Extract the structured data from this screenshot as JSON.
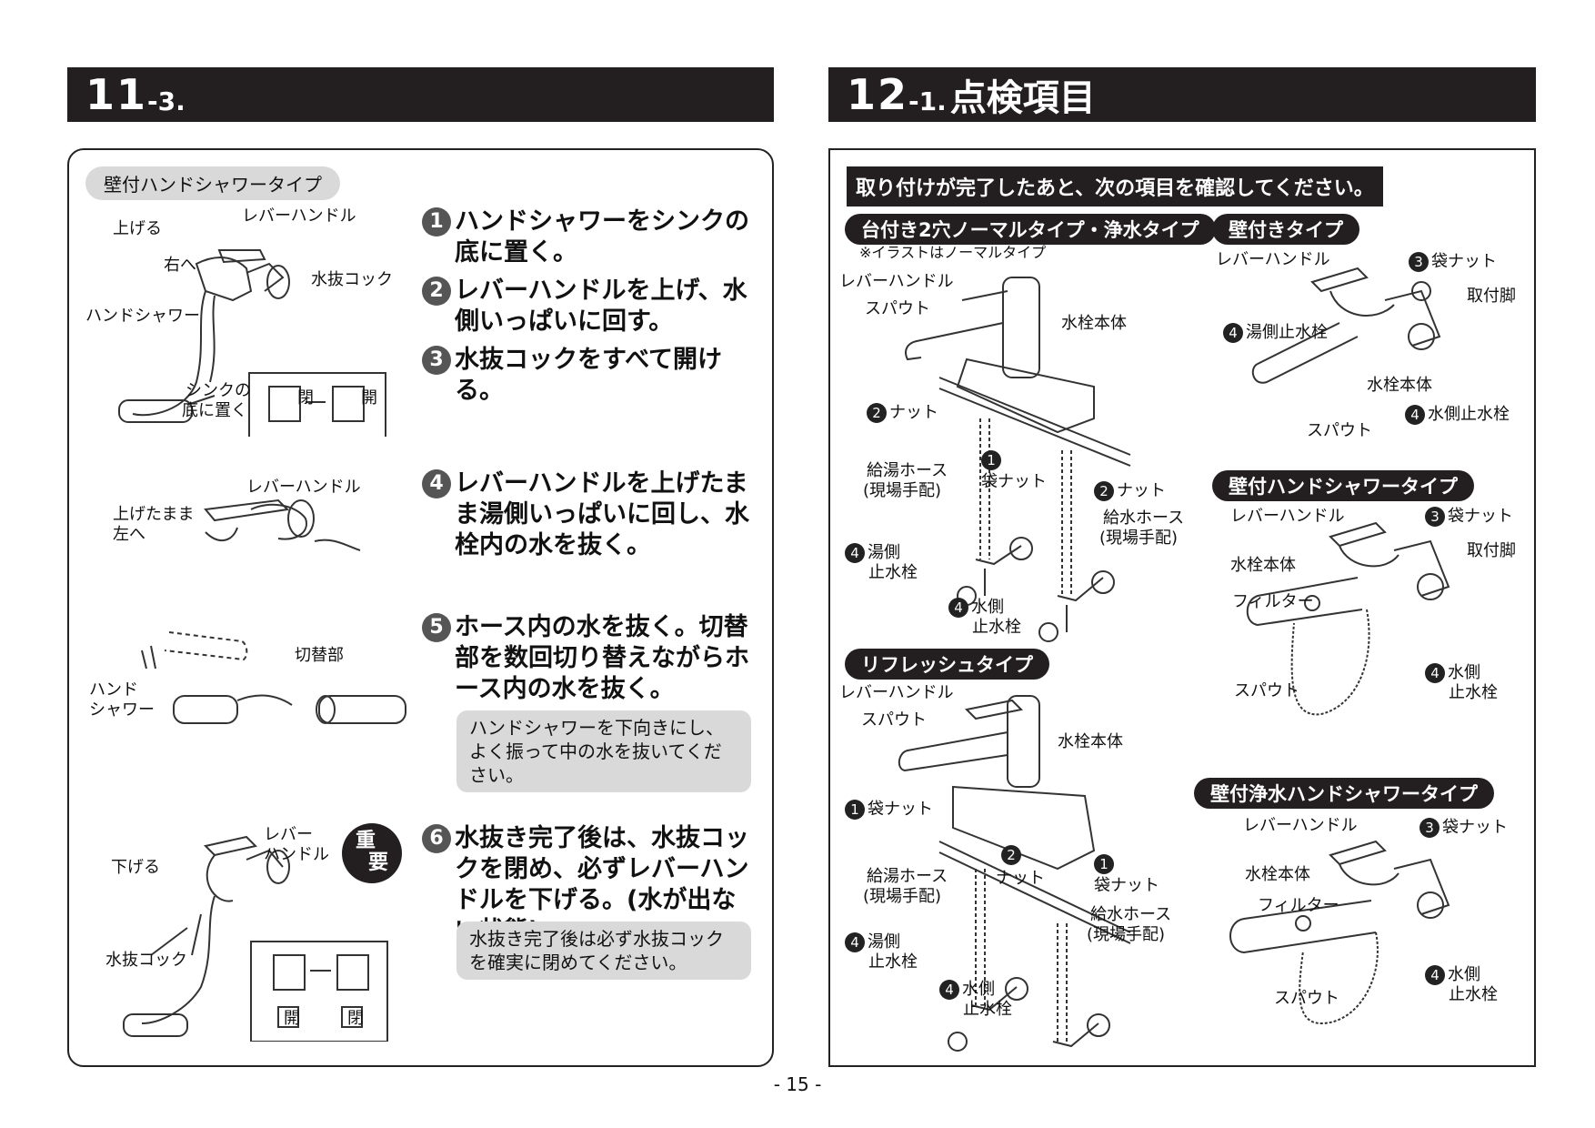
{
  "left": {
    "header_num": "11",
    "header_sub": "-3.",
    "type_pill": "壁付ハンドシャワータイプ",
    "steps": [
      {
        "num": "1",
        "text": "ハンドシャワーをシンクの底に置く。"
      },
      {
        "num": "2",
        "text": "レバーハンドルを上げ、水側いっぱいに回す。"
      },
      {
        "num": "3",
        "text": "水抜コックをすべて開ける。"
      },
      {
        "num": "4",
        "text": "レバーハンドルを上げたまま湯側いっぱいに回し、水栓内の水を抜く。"
      },
      {
        "num": "5",
        "text": "ホース内の水を抜く。切替部を数回切り替えながらホース内の水を抜く。"
      },
      {
        "num": "6",
        "text": "水抜き完了後は、水抜コックを閉め、必ずレバーハンドルを下げる。(水が出ない状態)"
      }
    ],
    "note5": "ハンドシャワーを下向きにし、よく振って中の水を抜いてください。",
    "note6": "水抜き完了後は必ず水抜コックを確実に閉めてください。",
    "important_badge": [
      "重",
      "要"
    ],
    "fig1": {
      "up": "上げる",
      "lever": "レバーハンドル",
      "right": "右へ",
      "cock": "水抜コック",
      "shower": "ハンドシャワー",
      "sink": "シンクの",
      "sink2": "底に置く",
      "closed": "閉",
      "open": "開"
    },
    "fig2": {
      "lever": "レバーハンドル",
      "left1": "上げたまま",
      "left2": "左へ"
    },
    "fig3": {
      "hand1": "ハンド",
      "hand2": "シャワー",
      "switch": "切替部"
    },
    "fig4": {
      "down": "下げる",
      "lever1": "レバー",
      "lever2": "ハンドル",
      "cock": "水抜コック",
      "open": "開",
      "closed": "閉"
    }
  },
  "right": {
    "header_num": "12",
    "header_sub": "-1.",
    "header_title": "点検項目",
    "intro": "取り付けが完了したあと、次の項目を確認してください。",
    "sections": {
      "deck": {
        "title": "台付き2穴ノーマルタイプ・浄水タイプ",
        "note": "※イラストはノーマルタイプ",
        "labels": {
          "lever": "レバーハンドル",
          "spout": "スパウト",
          "body": "水栓本体",
          "nut": "ナット",
          "cap_nut": "袋ナット",
          "nut2": "ナット",
          "hot_hose": "給湯ホース",
          "hot_hose2": "(現場手配)",
          "cold_hose": "給水ホース",
          "cold_hose2": "(現場手配)",
          "hot_stop": "湯側",
          "hot_stop2": "止水栓",
          "cold_stop": "水側",
          "cold_stop2": "止水栓"
        }
      },
      "wall": {
        "title": "壁付きタイプ",
        "labels": {
          "lever": "レバーハンドル",
          "cap_nut": "袋ナット",
          "leg": "取付脚",
          "hot_stop": "湯側止水栓",
          "body": "水栓本体",
          "spout": "スパウト",
          "cold_stop": "水側止水栓"
        }
      },
      "refresh": {
        "title": "リフレッシュタイプ",
        "labels": {
          "lever": "レバーハンドル",
          "spout": "スパウト",
          "body": "水栓本体",
          "cap_nut": "袋ナット",
          "nut": "ナット",
          "cap_nut2": "袋ナット",
          "hot_hose": "給湯ホース",
          "hot_hose2": "(現場手配)",
          "cold_hose": "給水ホース",
          "cold_hose2": "(現場手配)",
          "hot_stop": "湯側",
          "hot_stop2": "止水栓",
          "cold_stop": "水側",
          "cold_stop2": "止水栓"
        }
      },
      "wall_shower": {
        "title": "壁付ハンドシャワータイプ",
        "labels": {
          "lever": "レバーハンドル",
          "cap_nut": "袋ナット",
          "body": "水栓本体",
          "leg": "取付脚",
          "filter": "フィルター",
          "spout": "スパウト",
          "cold_stop": "水側",
          "cold_stop2": "止水栓"
        }
      },
      "wall_purify": {
        "title": "壁付浄水ハンドシャワータイプ",
        "labels": {
          "lever": "レバーハンドル",
          "cap_nut": "袋ナット",
          "body": "水栓本体",
          "filter": "フィルター",
          "spout": "スパウト",
          "cold_stop": "水側",
          "cold_stop2": "止水栓"
        }
      }
    },
    "circ_nums": {
      "n1": "1",
      "n2": "2",
      "n3": "3",
      "n4": "4"
    }
  },
  "page_number": "- 15 -"
}
